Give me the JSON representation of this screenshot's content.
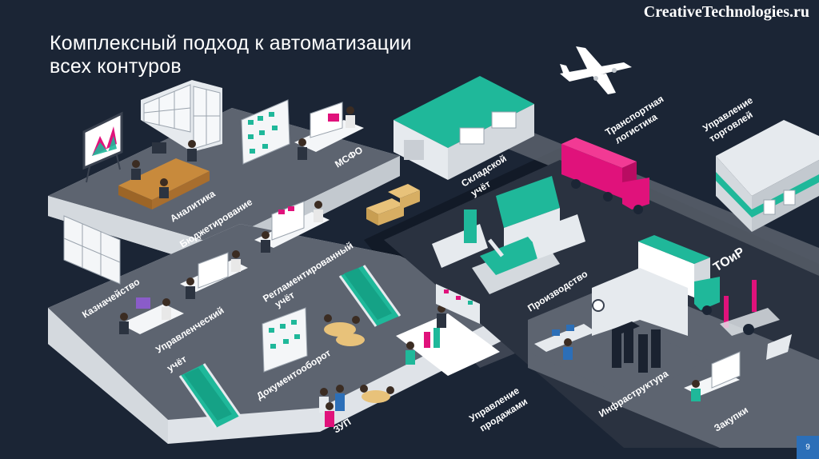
{
  "slide": {
    "title": "Комплексный подход к автоматизации\nвсех контуров",
    "brand": "CreativeTechnologies.ru",
    "page_number": "9"
  },
  "labels": {
    "analytics": "Аналитика",
    "budgeting": "Бюджетирование",
    "msfo": "МСФО",
    "treasury": "Казначейство",
    "mgmt_accounting_1": "Управленческий",
    "mgmt_accounting_2": "учёт",
    "reg_accounting_1": "Регламентированный",
    "reg_accounting_2": "учёт",
    "warehouse_1": "Складской",
    "warehouse_2": "учёт",
    "transport_1": "Транспортная",
    "transport_2": "логистика",
    "trade_1": "Управление",
    "trade_2": "торговлей",
    "production": "Производство",
    "toir": "ТОиР",
    "docflow": "Документооборот",
    "zup": "ЗУП",
    "sales_1": "Управление",
    "sales_2": "продажами",
    "infrastructure": "Инфраструктура",
    "procurement": "Закупки"
  },
  "colors": {
    "background": "#1b2535",
    "floor": "#5d6470",
    "wall": "#e6eaee",
    "accent_green": "#1fb89a",
    "accent_pink": "#e0127b",
    "desk_orange": "#c88a3c"
  }
}
